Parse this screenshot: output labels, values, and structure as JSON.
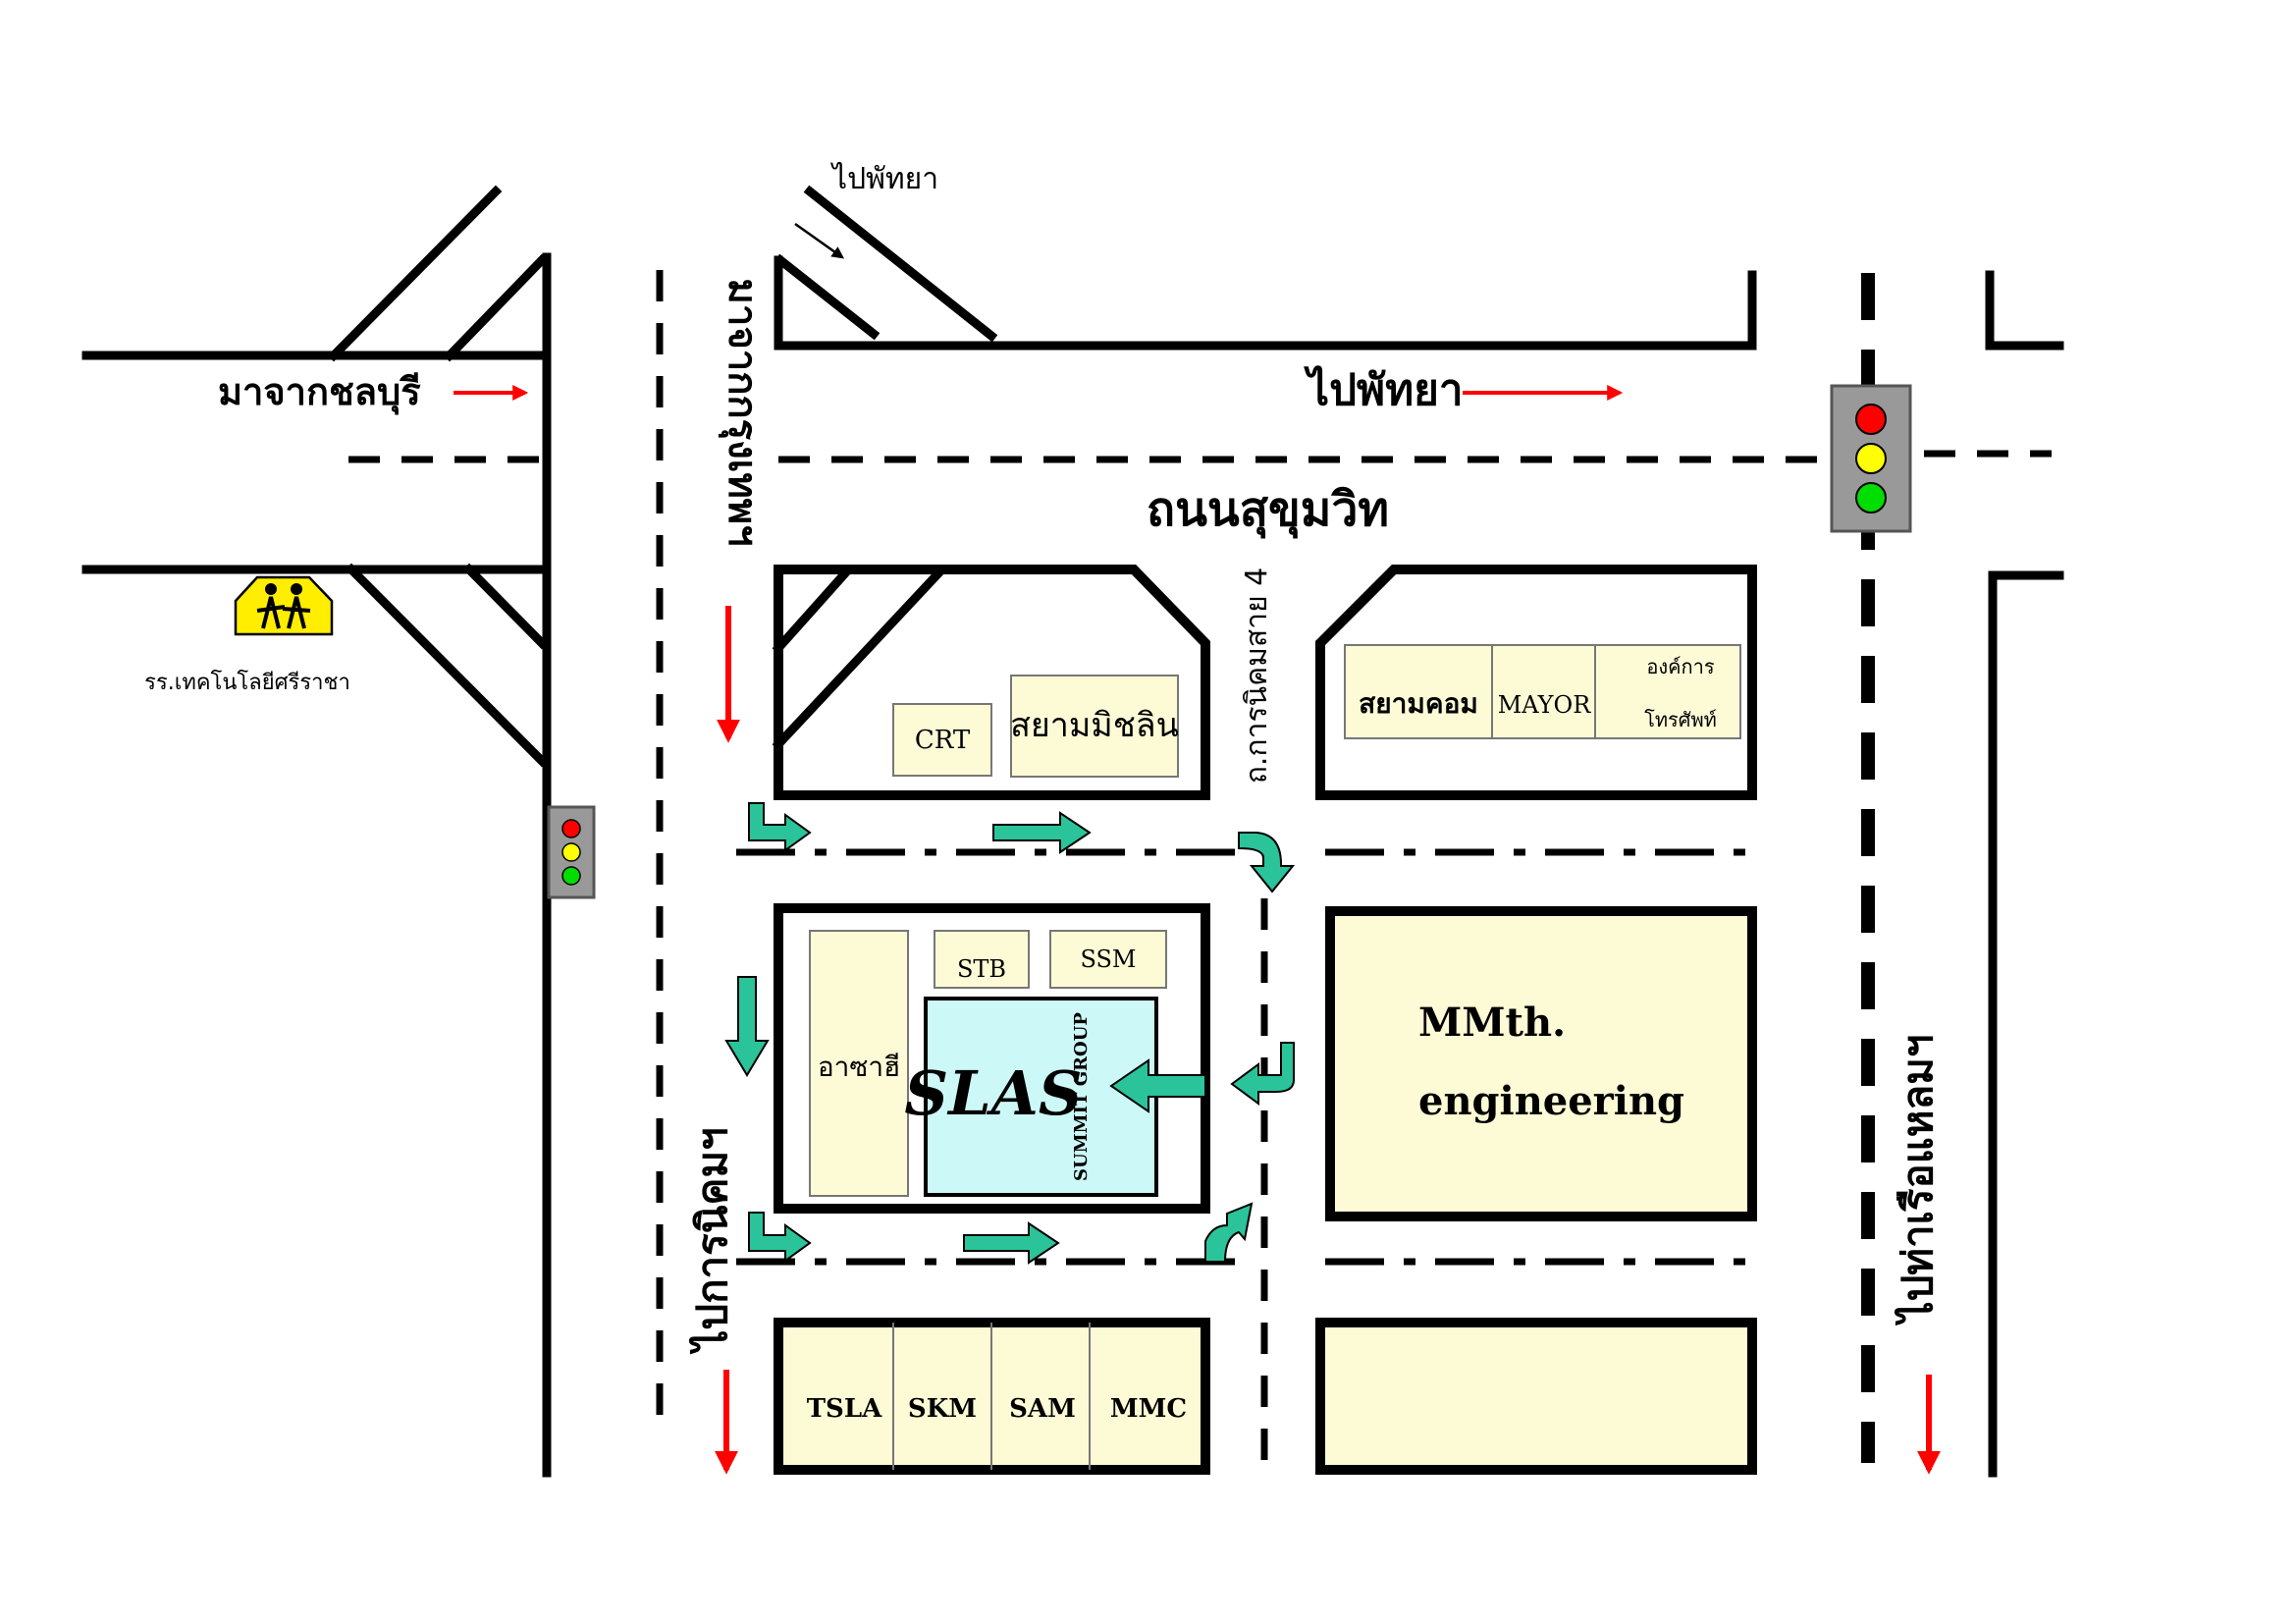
{
  "colors": {
    "block_fill": "#fdfbd6",
    "summit_fill": "#cdf8f8",
    "arrow_red": "#ff0000",
    "arrow_green": "#2bc49a",
    "light_red": "#ff0000",
    "light_yellow": "#ffff00",
    "light_green": "#00dd00",
    "school_sign": "#ffee00"
  },
  "icons": [
    "traffic-light-icon",
    "school-crossing-icon",
    "red-arrow-icon",
    "green-turn-arrow-icon"
  ],
  "labels": {
    "to_pattaya_small": "ไปพัทยา",
    "from_chonburi": "มาจากชลบุรี",
    "to_pattaya": "ไปพัทยา",
    "sukhumvit_road": "ถนนสุขุมวิท",
    "from_bangkok": "มาจากกรุงเทพฯ",
    "to_industrial_estate": "ไปการนิคมฯ",
    "to_laem_pier": "ไปท่าเรือแหลมฯ",
    "estate_road_4": "ถ.การนิคมสาย 4",
    "school": "รร.เทคโนโลยีศรีราชา"
  },
  "buildings": {
    "crt": "CRT",
    "siam_michelin": "สยามมิชลิน",
    "siam_com": "สยามคอม",
    "mayor": "MAYOR",
    "telephone_org_line1": "องค์การ",
    "telephone_org_line2": "โทรศัพท์",
    "asahi": "อาซาฮี",
    "stb": "STB",
    "ssm": "SSM",
    "slas_logo": "SLAS",
    "summit_group": "SUMMIT GROUP",
    "mmth_line1": "MMth.",
    "mmth_line2": "engineering",
    "tsla": "TSLA",
    "skm": "SKM",
    "sam": "SAM",
    "mmc": "MMC"
  }
}
